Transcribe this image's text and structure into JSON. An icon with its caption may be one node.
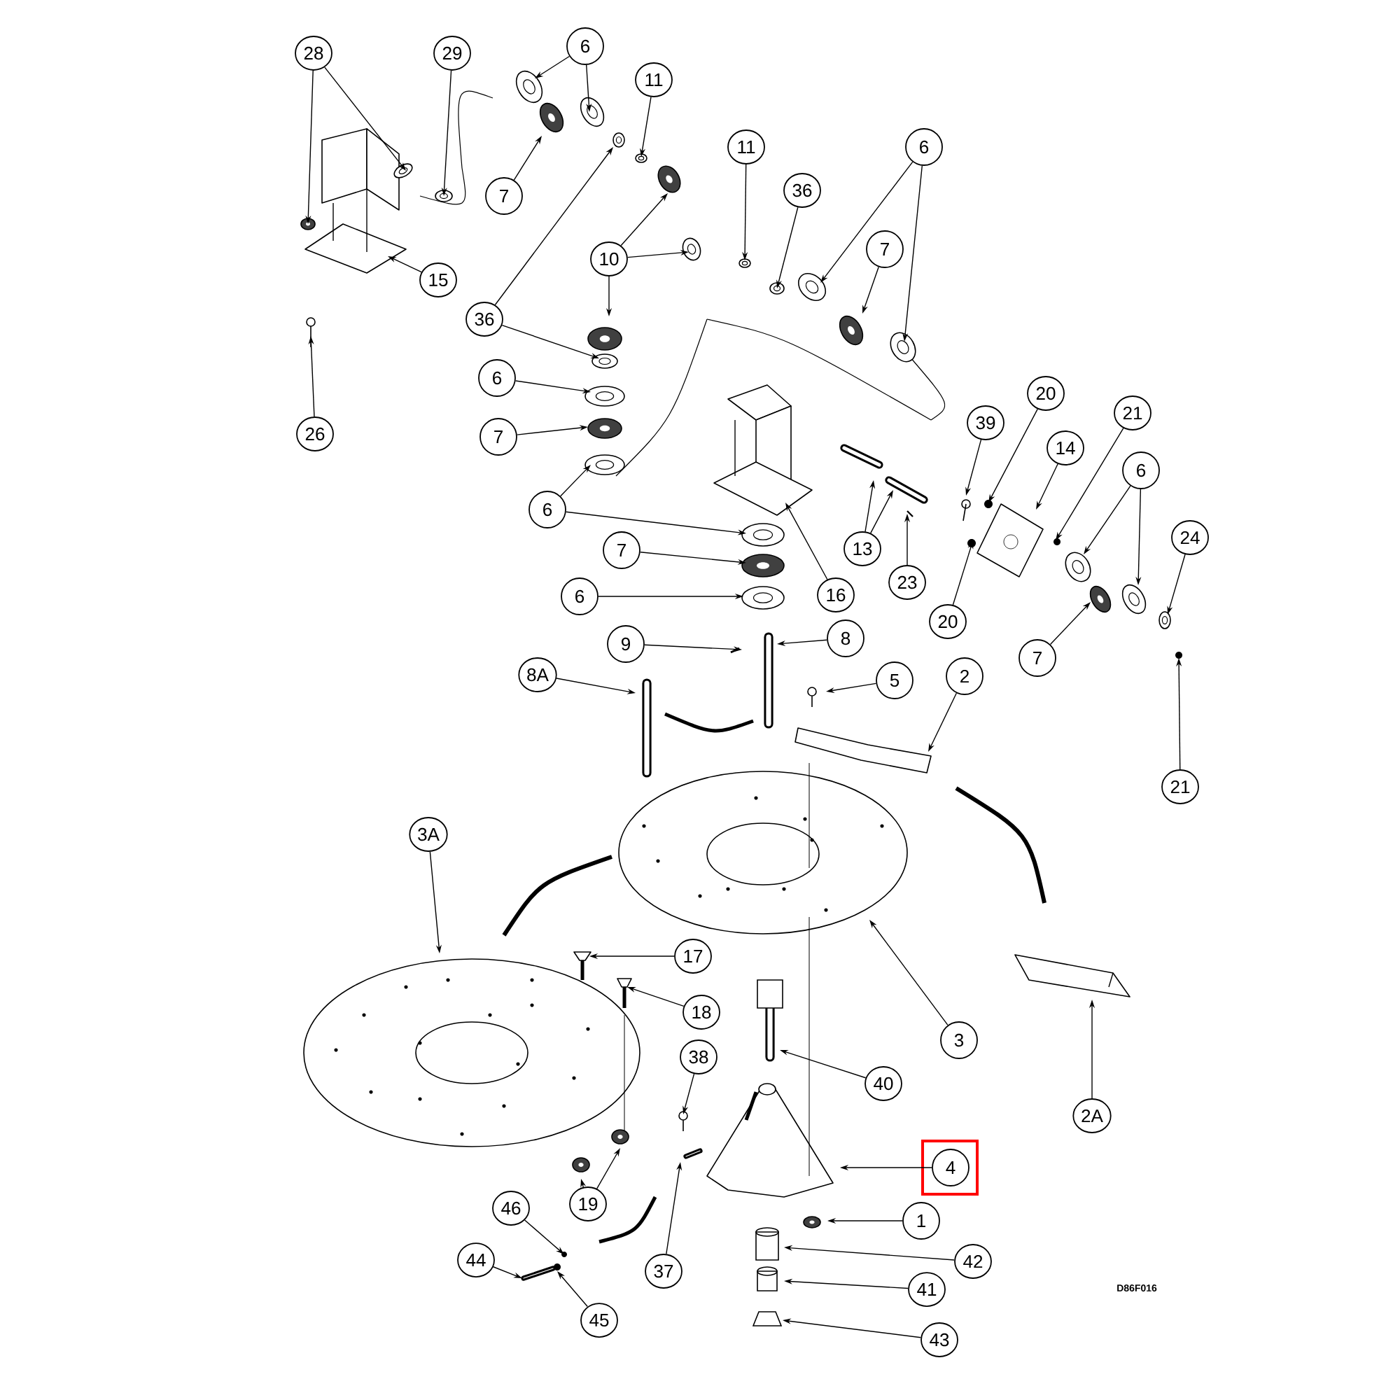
{
  "diagram": {
    "nodes": [
      {
        "text": [
          "28"
        ]
      },
      {
        "text": [
          "29"
        ]
      },
      {
        "text": [
          "6"
        ]
      },
      {
        "text": [
          "11"
        ]
      },
      {
        "text": [
          "7"
        ]
      },
      {
        "text": [
          "11"
        ]
      },
      {
        "text": [
          "36"
        ]
      },
      {
        "text": [
          "6"
        ]
      },
      {
        "text": [
          "7"
        ]
      },
      {
        "text": [
          "10"
        ]
      },
      {
        "text": [
          "15"
        ]
      },
      {
        "text": [
          "36"
        ]
      },
      {
        "text": [
          "26"
        ]
      },
      {
        "text": [
          "6"
        ]
      },
      {
        "text": [
          "7"
        ]
      },
      {
        "text": [
          "6"
        ]
      },
      {
        "text": [
          "7"
        ]
      },
      {
        "text": [
          "6"
        ]
      },
      {
        "text": [
          "16"
        ]
      },
      {
        "text": [
          "13"
        ]
      },
      {
        "text": [
          "23"
        ]
      },
      {
        "text": [
          "39"
        ]
      },
      {
        "text": [
          "20"
        ]
      },
      {
        "text": [
          "14"
        ]
      },
      {
        "text": [
          "20"
        ]
      },
      {
        "text": [
          "21"
        ]
      },
      {
        "text": [
          "6"
        ]
      },
      {
        "text": [
          "7"
        ]
      },
      {
        "text": [
          "24"
        ]
      },
      {
        "text": [
          "21"
        ]
      },
      {
        "text": [
          "9"
        ]
      },
      {
        "text": [
          "8"
        ]
      },
      {
        "text": [
          "8A"
        ]
      },
      {
        "text": [
          "5"
        ]
      },
      {
        "text": [
          "2"
        ]
      },
      {
        "text": [
          "3A"
        ]
      },
      {
        "text": [
          "3"
        ]
      },
      {
        "text": [
          "17"
        ]
      },
      {
        "text": [
          "18"
        ]
      },
      {
        "text": [
          "38"
        ]
      },
      {
        "text": [
          "40"
        ]
      },
      {
        "text": [
          "4"
        ]
      },
      {
        "text": [
          "1"
        ]
      },
      {
        "text": [
          "19"
        ]
      },
      {
        "text": [
          "46"
        ]
      },
      {
        "text": [
          "44"
        ]
      },
      {
        "text": [
          "45"
        ]
      },
      {
        "text": [
          "37"
        ]
      },
      {
        "text": [
          "42"
        ]
      },
      {
        "text": [
          "41"
        ]
      },
      {
        "text": [
          "43"
        ]
      },
      {
        "text": [
          "2A"
        ]
      }
    ],
    "edges": [
      {
        "from": 0,
        "to": null,
        "arrow": "to"
      },
      {
        "from": 0,
        "to": null,
        "arrow": "to"
      },
      {
        "from": 1,
        "to": null,
        "arrow": "to"
      },
      {
        "from": 2,
        "to": null,
        "arrow": "to"
      },
      {
        "from": 2,
        "to": null,
        "arrow": "to"
      },
      {
        "from": 3,
        "to": null,
        "arrow": "to"
      },
      {
        "from": 4,
        "to": null,
        "arrow": "to"
      },
      {
        "from": 5,
        "to": null,
        "arrow": "to"
      },
      {
        "from": 6,
        "to": null,
        "arrow": "to"
      },
      {
        "from": 7,
        "to": null,
        "arrow": "to"
      },
      {
        "from": 7,
        "to": null,
        "arrow": "to"
      },
      {
        "from": 8,
        "to": null,
        "arrow": "to"
      },
      {
        "from": 9,
        "to": null,
        "arrow": "to"
      },
      {
        "from": 9,
        "to": null,
        "arrow": "to"
      },
      {
        "from": 9,
        "to": null,
        "arrow": "to"
      },
      {
        "from": 10,
        "to": null,
        "arrow": "to"
      },
      {
        "from": 11,
        "to": null,
        "arrow": "to"
      },
      {
        "from": 11,
        "to": null,
        "arrow": "to"
      },
      {
        "from": 12,
        "to": null,
        "arrow": "to"
      },
      {
        "from": 13,
        "to": null,
        "arrow": "to"
      },
      {
        "from": 14,
        "to": null,
        "arrow": "to"
      },
      {
        "from": 15,
        "to": null,
        "arrow": "to"
      },
      {
        "from": 15,
        "to": null,
        "arrow": "to"
      },
      {
        "from": 16,
        "to": null,
        "arrow": "to"
      },
      {
        "from": 17,
        "to": null,
        "arrow": "to"
      },
      {
        "from": 18,
        "to": null,
        "arrow": "to"
      },
      {
        "from": 19,
        "to": null,
        "arrow": "to"
      },
      {
        "from": 19,
        "to": null,
        "arrow": "to"
      },
      {
        "from": 20,
        "to": null,
        "arrow": "to"
      },
      {
        "from": 21,
        "to": null,
        "arrow": "to"
      },
      {
        "from": 22,
        "to": null,
        "arrow": "to"
      },
      {
        "from": 23,
        "to": null,
        "arrow": "to"
      },
      {
        "from": 24,
        "to": null,
        "arrow": "to"
      },
      {
        "from": 25,
        "to": null,
        "arrow": "to"
      },
      {
        "from": 26,
        "to": null,
        "arrow": "to"
      },
      {
        "from": 26,
        "to": null,
        "arrow": "to"
      },
      {
        "from": 27,
        "to": null,
        "arrow": "to"
      },
      {
        "from": 28,
        "to": null,
        "arrow": "to"
      },
      {
        "from": 29,
        "to": null,
        "arrow": "to"
      },
      {
        "from": 30,
        "to": null,
        "arrow": "to"
      },
      {
        "from": 31,
        "to": null,
        "arrow": "to"
      },
      {
        "from": 32,
        "to": null,
        "arrow": "to"
      },
      {
        "from": 33,
        "to": null,
        "arrow": "to"
      },
      {
        "from": 34,
        "to": null,
        "arrow": "to"
      },
      {
        "from": 35,
        "to": null,
        "arrow": "to"
      },
      {
        "from": 36,
        "to": null,
        "arrow": "to"
      },
      {
        "from": 37,
        "to": null,
        "arrow": "to"
      },
      {
        "from": 38,
        "to": null,
        "arrow": "to"
      },
      {
        "from": 39,
        "to": null,
        "arrow": "to"
      },
      {
        "from": 40,
        "to": null,
        "arrow": "to"
      },
      {
        "from": 41,
        "to": null,
        "arrow": "to"
      },
      {
        "from": 42,
        "to": null,
        "arrow": "to"
      },
      {
        "from": 43,
        "to": null,
        "arrow": "to"
      },
      {
        "from": 43,
        "to": null,
        "arrow": "to"
      },
      {
        "from": 44,
        "to": null,
        "arrow": "to"
      },
      {
        "from": 45,
        "to": null,
        "arrow": "to"
      },
      {
        "from": 46,
        "to": null,
        "arrow": "to"
      },
      {
        "from": 47,
        "to": null,
        "arrow": "to"
      },
      {
        "from": 48,
        "to": null,
        "arrow": "to"
      },
      {
        "from": 49,
        "to": null,
        "arrow": "to"
      },
      {
        "from": 50,
        "to": null,
        "arrow": "to"
      },
      {
        "from": 51,
        "to": null,
        "arrow": "to"
      }
    ],
    "labels": [
      "D86F016"
    ]
  }
}
